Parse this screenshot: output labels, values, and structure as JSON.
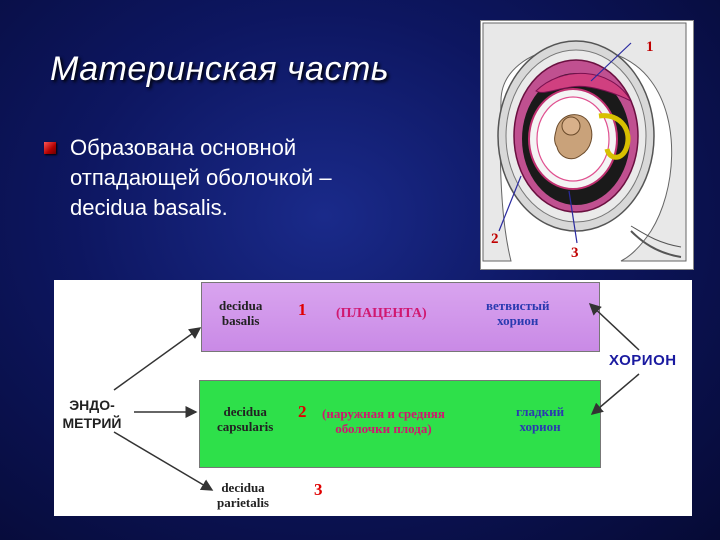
{
  "slide": {
    "title": "Материнская часть",
    "bullet_lines": [
      "Образована основной",
      "отпадающей оболочкой –",
      "decidua basalis."
    ]
  },
  "illustration": {
    "labels": [
      "1",
      "2",
      "3"
    ]
  },
  "scheme": {
    "left_label_lines": [
      "ЭНДО-",
      "МЕТРИЙ"
    ],
    "right_label": "ХОРИОН",
    "rows": [
      {
        "decidua_lines": [
          "decidua",
          "basalis"
        ],
        "number": "1",
        "center_lines": [
          "(ПЛАЦЕНТА)"
        ],
        "right_lines": [
          "ветвистый",
          "хорион"
        ]
      },
      {
        "decidua_lines": [
          "decidua",
          "capsularis"
        ],
        "number": "2",
        "center_lines": [
          "(наружная и средняя",
          "оболочки плода)"
        ],
        "right_lines": [
          "гладкий",
          "хорион"
        ]
      },
      {
        "decidua_lines": [
          "decidua",
          "parietalis"
        ],
        "number": "3"
      }
    ]
  },
  "colors": {
    "background": "#0d1660",
    "bullet": "#c00000",
    "layer_basalis": "#d9a4ef",
    "layer_capsularis": "#2ee04a",
    "row_number": "#e00000",
    "center_text": "#d01870",
    "right_text": "#2a3ab0"
  }
}
